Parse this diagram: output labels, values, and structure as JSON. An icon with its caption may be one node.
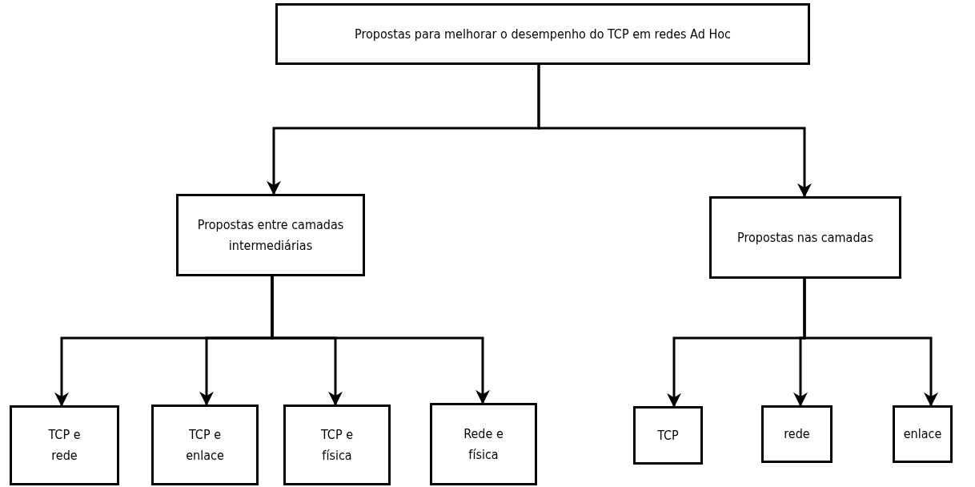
{
  "diagram": {
    "nodes": [
      {
        "text": [
          "Propostas para melhorar o desempenho do TCP em redes Ad Hoc"
        ]
      },
      {
        "text": [
          "Propostas entre camadas intermediárias"
        ]
      },
      {
        "text": [
          "Propostas nas camadas"
        ]
      },
      {
        "text": [
          "TCP e rede"
        ]
      },
      {
        "text": [
          "TCP e enlace"
        ]
      },
      {
        "text": [
          "TCP e física"
        ]
      },
      {
        "text": [
          "Rede e física"
        ]
      },
      {
        "text": [
          "TCP"
        ]
      },
      {
        "text": [
          "rede"
        ]
      },
      {
        "text": [
          "enlace"
        ]
      }
    ],
    "edges": [
      {
        "from": 0,
        "to": 1,
        "arrow": "to"
      },
      {
        "from": 0,
        "to": 2,
        "arrow": "to"
      },
      {
        "from": 1,
        "to": 3,
        "arrow": "to"
      },
      {
        "from": 1,
        "to": 4,
        "arrow": "to"
      },
      {
        "from": 1,
        "to": 5,
        "arrow": "to"
      },
      {
        "from": 1,
        "to": 6,
        "arrow": "to"
      },
      {
        "from": 2,
        "to": 7,
        "arrow": "to"
      },
      {
        "from": 2,
        "to": 8,
        "arrow": "to"
      },
      {
        "from": 2,
        "to": 9,
        "arrow": "to"
      }
    ]
  }
}
